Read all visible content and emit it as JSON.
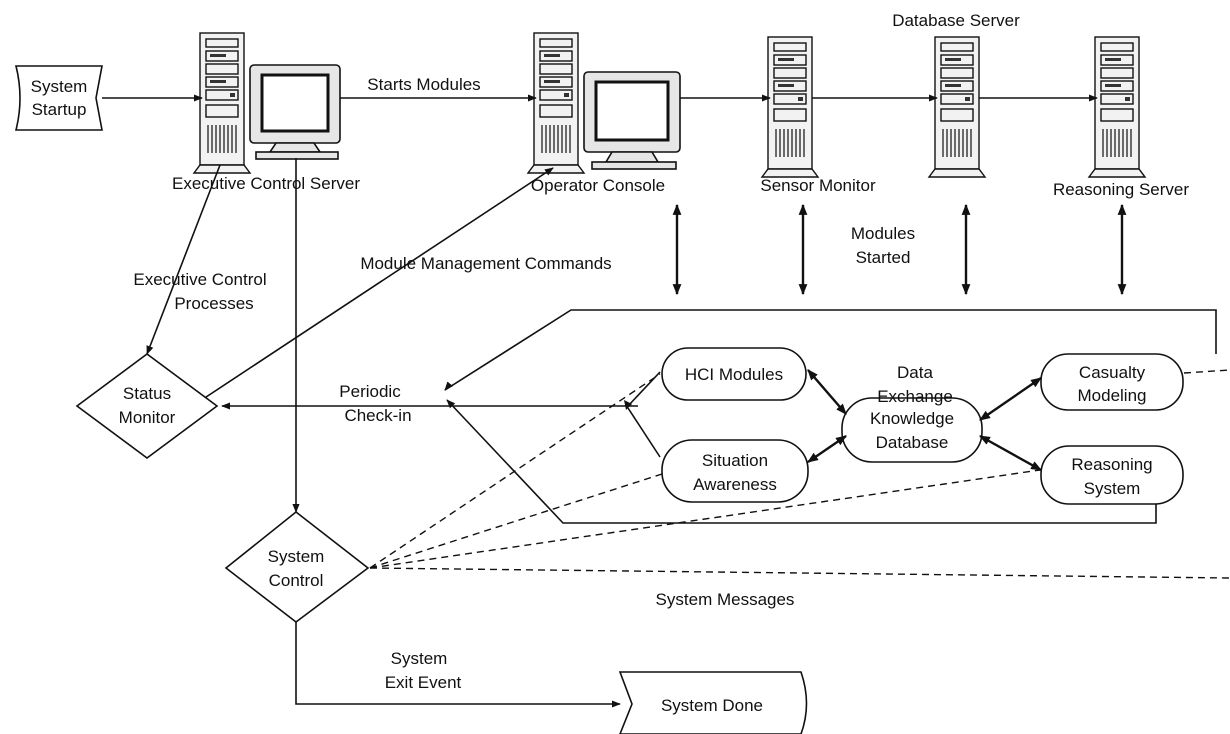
{
  "nodes": {
    "system_startup": [
      "System",
      "Startup"
    ],
    "system_done": "System Done",
    "status_monitor": [
      "Status",
      "Monitor"
    ],
    "system_control": [
      "System",
      "Control"
    ],
    "hci_modules": "HCI Modules",
    "situation_awareness": [
      "Situation",
      "Awareness"
    ],
    "knowledge_database": [
      "Knowledge",
      "Database"
    ],
    "casualty_modeling": [
      "Casualty",
      "Modeling"
    ],
    "reasoning_system": [
      "Reasoning",
      "System"
    ]
  },
  "machines": {
    "executive_control_server": "Executive Control Server",
    "operator_console": "Operator Console",
    "sensor_monitor": "Sensor Monitor",
    "database_server": "Database Server",
    "reasoning_server": "Reasoning Server"
  },
  "labels": {
    "starts_modules": "Starts Modules",
    "executive_control_processes": [
      "Executive Control",
      "Processes"
    ],
    "module_management_commands": "Module Management Commands",
    "modules_started": [
      "Modules",
      "Started"
    ],
    "data_exchange": [
      "Data",
      "Exchange"
    ],
    "periodic_check_in": [
      "Periodic",
      "Check-in"
    ],
    "system_messages": "System Messages",
    "system_exit_event": [
      "System",
      "Exit Event"
    ]
  }
}
